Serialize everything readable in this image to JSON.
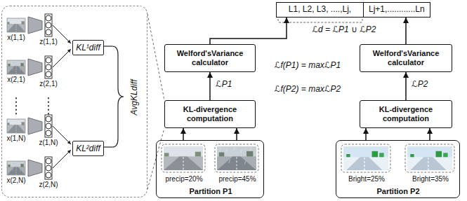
{
  "diagram": {
    "nodes": [
      {
        "text": [
          "AvgKLdiff"
        ]
      },
      {
        "text": [
          "KL¹diff"
        ],
        "in": 0
      },
      {
        "text": [
          "KL²diff"
        ],
        "in": 0
      },
      {
        "text": [
          "L1, L2, L3, ....,Lj,",
          "Lj+1,............Ln"
        ]
      },
      {
        "text": [
          "Welford'sVariance calculator"
        ]
      },
      {
        "text": [
          "Welford'sVariance calculator"
        ]
      },
      {
        "text": [
          "KL-divergence computation"
        ]
      },
      {
        "text": [
          "KL-divergence computation"
        ]
      },
      {
        "text": [
          "precip=20%",
          "precip=45%",
          "Partition P1"
        ]
      },
      {
        "text": [
          "Bright=25%",
          "Bright=35%",
          "Partition P2"
        ]
      }
    ],
    "edges": [
      {
        "from": 0,
        "to": 6,
        "arrow": "none"
      },
      {
        "from": 0,
        "to": 6,
        "arrow": "none"
      },
      {
        "from": 8,
        "to": 6,
        "arrow": "to"
      },
      {
        "from": 8,
        "to": 6,
        "arrow": "to"
      },
      {
        "from": 6,
        "to": 4,
        "arrow": "to",
        "label": "ℒP1"
      },
      {
        "from": 4,
        "to": 3,
        "arrow": "to"
      },
      {
        "from": 9,
        "to": 7,
        "arrow": "to"
      },
      {
        "from": 9,
        "to": 7,
        "arrow": "to"
      },
      {
        "from": 7,
        "to": 5,
        "arrow": "to",
        "label": "ℒP2"
      },
      {
        "from": 5,
        "to": 3,
        "arrow": "to"
      }
    ],
    "labels": [
      "x(1,1)",
      "z(1,1)",
      "x(2,1)",
      "z(2,1)",
      "x(1,N)",
      "z(1,N)",
      "x(2,N)",
      "z(2,N)",
      "ℒd = ℒP1 ∪ ℒP2",
      "ℒf(P1) = maxℒP1",
      "ℒf(P2) = maxℒP2"
    ]
  }
}
